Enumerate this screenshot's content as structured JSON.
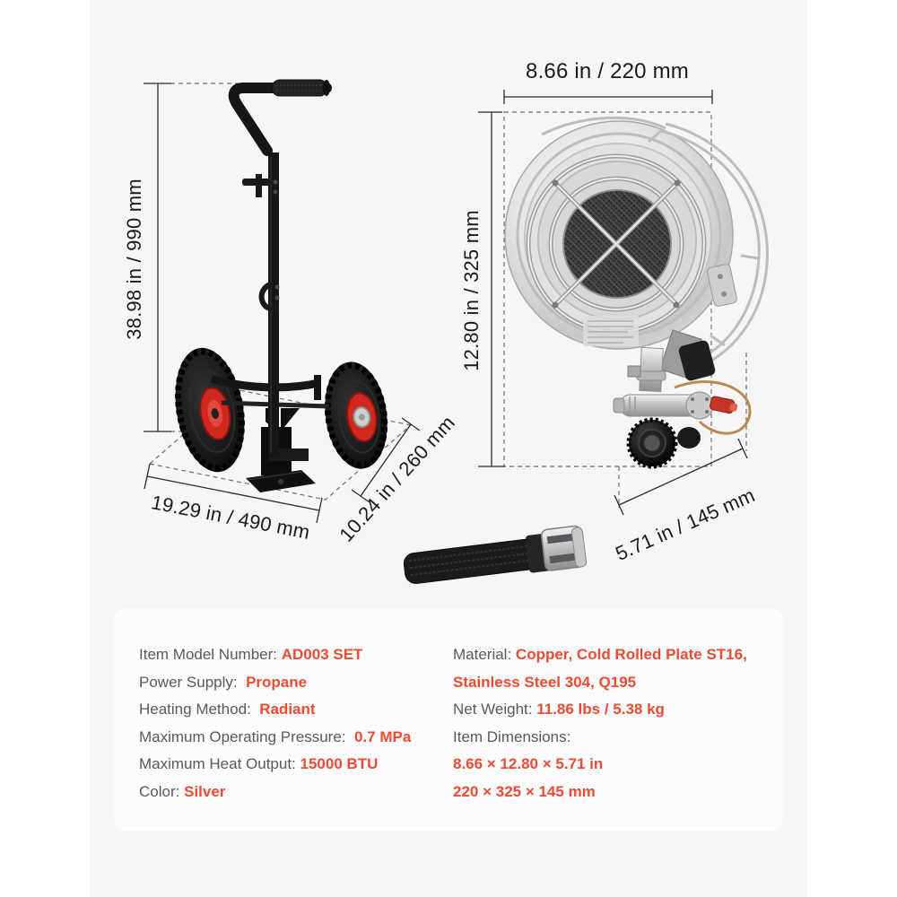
{
  "page": {
    "background": "#ffffff",
    "canvas_background": "#f6f6f7",
    "accent_color": "#f04a32",
    "label_color": "#595959",
    "dimension_text_color": "#1a1a1a"
  },
  "annotations": {
    "cart": {
      "height": "38.98 in / 990 mm",
      "width": "19.29 in / 490 mm",
      "depth": "10.24 in / 260 mm"
    },
    "heater": {
      "width": "8.66 in / 220 mm",
      "height": "12.80 in / 325 mm",
      "depth": "5.71 in / 145 mm"
    }
  },
  "specs": {
    "left": [
      {
        "label": "Item Model Number: ",
        "value": "AD003 SET"
      },
      {
        "label": "Power Supply:  ",
        "value": "Propane"
      },
      {
        "label": "Heating Method:  ",
        "value": "Radiant"
      },
      {
        "label": "Maximum Operating Pressure:  ",
        "value": "0.7 MPa"
      },
      {
        "label": "Maximum Heat Output: ",
        "value": "15000 BTU"
      },
      {
        "label": "Color: ",
        "value": "Silver"
      }
    ],
    "right": [
      {
        "label": "Material: ",
        "value": "Copper, Cold Rolled Plate ST16,"
      },
      {
        "label": "",
        "value": "Stainless Steel 304, Q195"
      },
      {
        "label": "Net Weight: ",
        "value": "11.86 lbs / 5.38 kg"
      },
      {
        "label": "Item Dimensions:",
        "value": ""
      },
      {
        "label": "",
        "value": "8.66 × 12.80 × 5.71 in"
      },
      {
        "label": "",
        "value": "220 × 325 × 145 mm"
      }
    ]
  }
}
